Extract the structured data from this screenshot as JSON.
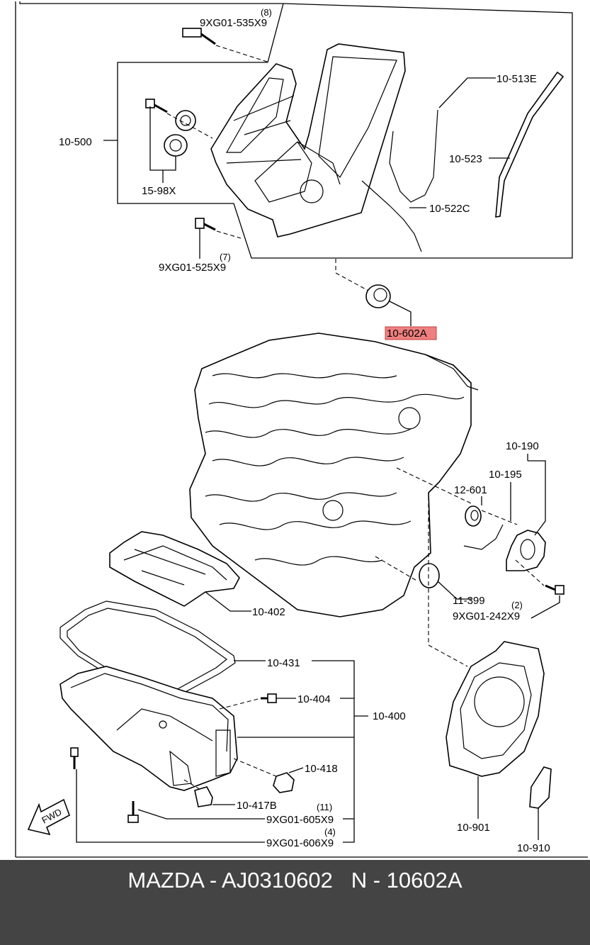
{
  "callouts": {
    "c8": "9XG01-535X9",
    "c8_qty": "(8)",
    "c10513e": "10-513E",
    "c10500": "10-500",
    "c10523": "10-523",
    "c1598x": "15-98X",
    "c10522c": "10-522C",
    "c7_qty": "(7)",
    "c7": "9XG01-525X9",
    "c10602a": "10-602A",
    "c10190": "10-190",
    "c10195": "10-195",
    "c12601": "12-601",
    "c11399": "11-399",
    "c2_qty": "(2)",
    "c2": "9XG01-242X9",
    "c10402": "10-402",
    "c10431": "10-431",
    "c10404": "10-404",
    "c10400": "10-400",
    "c10418": "10-418",
    "c10417b": "10-417B",
    "c11_qty": "(11)",
    "c11": "9XG01-605X9",
    "c4_qty": "(4)",
    "c4": "9XG01-606X9",
    "c10901": "10-901",
    "c10910": "10-910",
    "fwd": "FWD"
  },
  "highlight_color": "#f08080",
  "footer": {
    "caption": "MAZDA - AJ0310602   N - 10602A",
    "background": "#444444"
  }
}
